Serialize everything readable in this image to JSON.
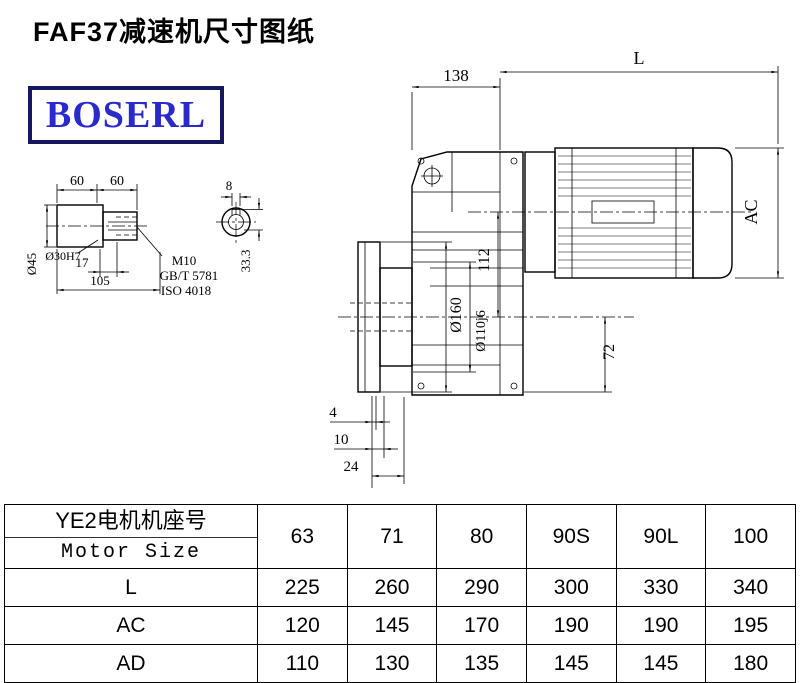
{
  "page": {
    "title": "FAF37减速机尺寸图纸",
    "logo_text": "BOSERL"
  },
  "drawing": {
    "top": {
      "d138": "138",
      "dL": "L"
    },
    "right": {
      "dAC": "AC"
    },
    "vertical": {
      "d112": "112",
      "d72": "72",
      "d160": "Ø160",
      "d110": "Ø110j6"
    },
    "bottom": {
      "d4": "4",
      "d10": "10",
      "d24": "24"
    },
    "shaft": {
      "d60a": "60",
      "d60b": "60",
      "d45": "Ø45",
      "d30": "Ø30H7",
      "d17": "17",
      "d105": "105",
      "thread": "M10",
      "standard1": "GB/T 5781",
      "standard2": "ISO 4018"
    },
    "section": {
      "d8": "8",
      "d333": "33.3"
    }
  },
  "table": {
    "header": {
      "line1": "YE2电机机座号",
      "line2": "Motor Size"
    },
    "sizes": [
      "63",
      "71",
      "80",
      "90S",
      "90L",
      "100"
    ],
    "rows": [
      {
        "label": "L",
        "values": [
          "225",
          "260",
          "290",
          "300",
          "330",
          "340"
        ]
      },
      {
        "label": "AC",
        "values": [
          "120",
          "145",
          "170",
          "190",
          "190",
          "195"
        ]
      },
      {
        "label": "AD",
        "values": [
          "110",
          "130",
          "135",
          "145",
          "145",
          "180"
        ]
      }
    ]
  }
}
